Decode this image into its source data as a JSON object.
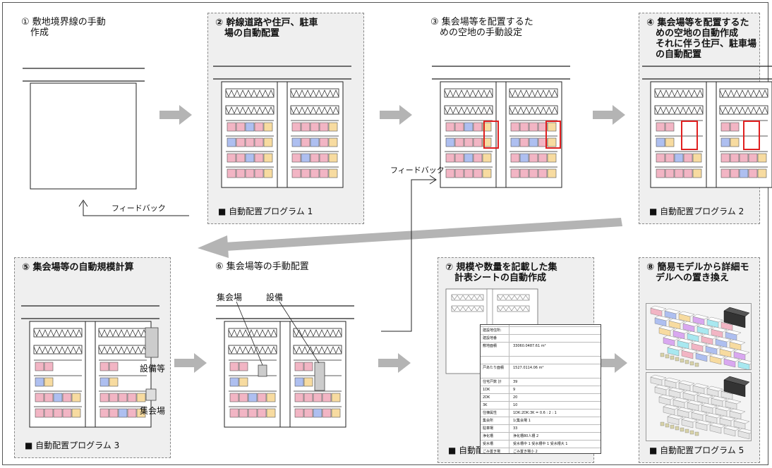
{
  "steps": [
    {
      "title": "① 敷地境界線の手動\n　作成"
    },
    {
      "title": "② 幹線道路や住戸、駐車\n　場の自動配置",
      "footer": "■ 自動配置プログラム 1"
    },
    {
      "title": "③ 集会場等を配置するた\n　めの空地の手動設定"
    },
    {
      "title": "④ 集会場等を配置するた\n　めの空地の自動作成\n　それに伴う住戸、駐車場\n　の自動配置",
      "footer": "■ 自動配置プログラム 2"
    },
    {
      "title": "⑤ 集会場等の自動規模計算",
      "footer": "■ 自動配置プログラム 3"
    },
    {
      "title": "⑥ 集会場等の手動配置"
    },
    {
      "title": "⑦ 規模や数量を記載した集\n　計表シートの自動作成",
      "footer": "■ 自動配置プログラム 4"
    },
    {
      "title": "⑧ 簡易モデルから詳細モ\n　デルへの置き換え",
      "footer": "■ 自動配置プログラム 5"
    }
  ],
  "feedback_label": "フィードバック",
  "legend": {
    "equipment": "設備等",
    "hall": "集会場"
  },
  "callouts": {
    "hall": "集会場",
    "equipment": "設備"
  },
  "sheet": {
    "rows": [
      {
        "label": "建設地住所:",
        "value": ""
      },
      {
        "label": "建設地番",
        "value": ""
      },
      {
        "label": "敷地面積",
        "value": "33060.0487.61 m²"
      },
      {
        "label": "",
        "value": ""
      },
      {
        "label": "戸あたり面積",
        "value": "1527.0114.06 m²"
      },
      {
        "label": "住宅戸数 計",
        "value": "39"
      },
      {
        "label": "1DK",
        "value": "9"
      },
      {
        "label": "2DK",
        "value": "20"
      },
      {
        "label": "3K",
        "value": "10"
      },
      {
        "label": "住棟属性",
        "value": "1DK:2DK:3K = 0.6 : 2 : 1"
      },
      {
        "label": "集会所",
        "value": "1(集会場 1"
      },
      {
        "label": "駐車場",
        "value": "33"
      },
      {
        "label": "浄化槽",
        "value": "浄化槽80人槽 2"
      },
      {
        "label": "受水槽",
        "value": "受水槽中 1 受水槽中 1 受水槽大 1"
      },
      {
        "label": "ごみ置き場",
        "value": "ごみ置き場小 2"
      }
    ]
  },
  "colors": {
    "pink": "#f2b5c4",
    "blue": "#aebff0",
    "yellow": "#f7dba0",
    "red": "#e02020",
    "panel_bg": "#efefef",
    "arrow": "#b4b4b4"
  }
}
